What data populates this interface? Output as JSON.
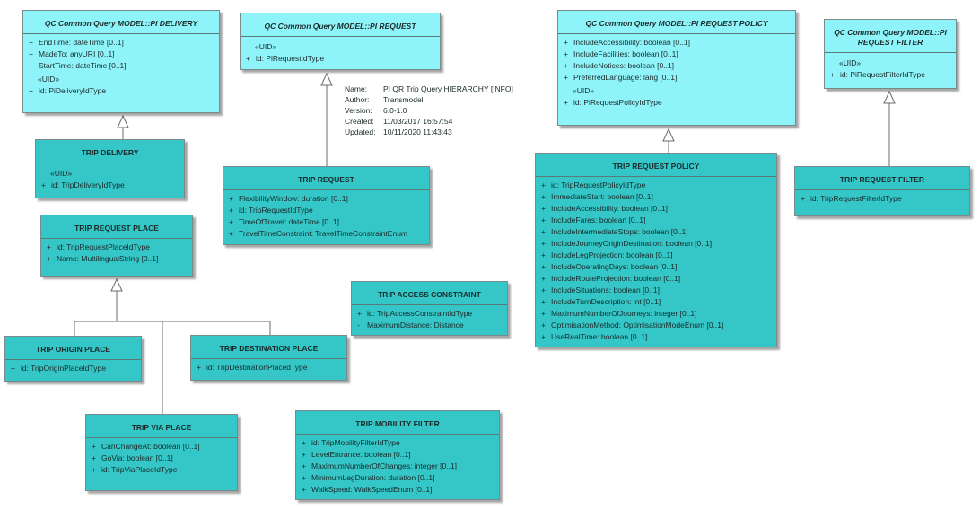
{
  "note": [
    {
      "key": "Name:",
      "value": "PI QR Trip Query HIERARCHY [INFO]"
    },
    {
      "key": "Author:",
      "value": "Transmodel"
    },
    {
      "key": "Version:",
      "value": "6.0-1.0"
    },
    {
      "key": "Created:",
      "value": "11/03/2017 16:57:54"
    },
    {
      "key": "Updated:",
      "value": "10/11/2020 11:43:43"
    }
  ],
  "classes": [
    {
      "id": "pi_delivery",
      "kind": "iface",
      "title": "QC Common Query MODEL::PI DELIVERY",
      "rows": [
        {
          "v": "+",
          "t": "EndTime: dateTime [0..1]"
        },
        {
          "v": "+",
          "t": "MadeTo: anyURI [0..1]"
        },
        {
          "v": "+",
          "t": "StartTime: dateTime [0..1]"
        }
      ],
      "stereo": "«UID»",
      "rows2": [
        {
          "v": "+",
          "t": "id: PiDeliveryIdType"
        }
      ]
    },
    {
      "id": "pi_request",
      "kind": "iface",
      "title": "QC Common Query MODEL::PI REQUEST",
      "rows": [],
      "stereo": "«UID»",
      "rows2": [
        {
          "v": "+",
          "t": "id: PiRequestIdType"
        }
      ]
    },
    {
      "id": "pi_request_policy",
      "kind": "iface",
      "title": "QC Common Query MODEL::PI REQUEST POLICY",
      "rows": [
        {
          "v": "+",
          "t": "IncludeAccessibility: boolean [0..1]"
        },
        {
          "v": "+",
          "t": "IncludeFacilities: boolean [0..1]"
        },
        {
          "v": "+",
          "t": "IncludeNotices: boolean [0..1]"
        },
        {
          "v": "+",
          "t": "PreferredLanguage: lang [0..1]"
        }
      ],
      "stereo": "«UID»",
      "rows2": [
        {
          "v": "+",
          "t": "id: PiRequestPolicyIdType"
        }
      ]
    },
    {
      "id": "pi_request_filter",
      "kind": "iface",
      "title": "QC Common Query MODEL::PI REQUEST FILTER",
      "rows": [],
      "stereo": "«UID»",
      "rows2": [
        {
          "v": "+",
          "t": "id: PiRequestFilterIdType"
        }
      ]
    },
    {
      "id": "trip_delivery",
      "kind": "main",
      "title": "TRIP DELIVERY",
      "rows": [],
      "stereo": "«UID»",
      "rows2": [
        {
          "v": "+",
          "t": "id: TripDeliveryIdType"
        }
      ]
    },
    {
      "id": "trip_request",
      "kind": "main",
      "title": "TRIP REQUEST",
      "rows": [
        {
          "v": "+",
          "t": "FlexibilityWindow: duration [0..1]"
        },
        {
          "v": "+",
          "t": "id: TripRequestIdType"
        },
        {
          "v": "+",
          "t": "TimeOfTravel: dateTime [0..1]"
        },
        {
          "v": "+",
          "t": "TravelTimeConstraint: TravelTimeConstraintEnum"
        }
      ],
      "stereo": "",
      "rows2": []
    },
    {
      "id": "trip_request_policy",
      "kind": "main",
      "title": "TRIP REQUEST POLICY",
      "rows": [
        {
          "v": "+",
          "t": "id: TripRequestPolicyIdType"
        },
        {
          "v": "+",
          "t": "ImmediateStart: boolean [0..1]"
        },
        {
          "v": "+",
          "t": "IncludeAccessibility: boolean [0..1]"
        },
        {
          "v": "+",
          "t": "IncludeFares: boolean [0..1]"
        },
        {
          "v": "+",
          "t": "IncludeIntermediateStops: boolean [0..1]"
        },
        {
          "v": "+",
          "t": "IncludeJourneyOriginDestination: boolean [0..1]"
        },
        {
          "v": "+",
          "t": "IncludeLegProjection: boolean [0..1]"
        },
        {
          "v": "+",
          "t": "IncludeOperatingDays: boolean [0..1]"
        },
        {
          "v": "+",
          "t": "IncludeRouteProjection: boolean [0..1]"
        },
        {
          "v": "+",
          "t": "IncludeSituations: boolean [0..1]"
        },
        {
          "v": "+",
          "t": "IncludeTurnDescription: int [0..1]"
        },
        {
          "v": "+",
          "t": "MaximumNumberOfJourneys: integer [0..1]"
        },
        {
          "v": "+",
          "t": "OptimisationMethod: OptimisationModeEnum [0..1]"
        },
        {
          "v": "+",
          "t": "UseRealTime: boolean [0..1]"
        }
      ],
      "stereo": "",
      "rows2": []
    },
    {
      "id": "trip_request_filter",
      "kind": "main",
      "title": "TRIP REQUEST FILTER",
      "rows": [
        {
          "v": "+",
          "t": "id: TripRequestFilterIdType"
        }
      ],
      "stereo": "",
      "rows2": []
    },
    {
      "id": "trip_request_place",
      "kind": "main",
      "title": "TRIP REQUEST PLACE",
      "rows": [
        {
          "v": "+",
          "t": "id: TripRequestPlaceIdType"
        },
        {
          "v": "+",
          "t": "Name: MultilingualString [0..1]"
        }
      ],
      "stereo": "",
      "rows2": []
    },
    {
      "id": "trip_access_constraint",
      "kind": "main",
      "title": "TRIP ACCESS CONSTRAINT",
      "rows": [
        {
          "v": "+",
          "t": "id: TripAccessConstraintIdType"
        },
        {
          "v": "-",
          "t": "MaximumDistance: Distance"
        }
      ],
      "stereo": "",
      "rows2": []
    },
    {
      "id": "trip_origin_place",
      "kind": "main",
      "title": "TRIP ORIGIN PLACE",
      "rows": [
        {
          "v": "+",
          "t": "id: TripOriginPlaceIdType"
        }
      ],
      "stereo": "",
      "rows2": []
    },
    {
      "id": "trip_destination_place",
      "kind": "main",
      "title": "TRIP DESTINATION PLACE",
      "rows": [
        {
          "v": "+",
          "t": "id: TripDestinationPlacedType"
        }
      ],
      "stereo": "",
      "rows2": []
    },
    {
      "id": "trip_via_place",
      "kind": "main",
      "title": "TRIP VIA PLACE",
      "rows": [
        {
          "v": "+",
          "t": "CanChangeAt: boolean [0..1]"
        },
        {
          "v": "+",
          "t": "GoVia: boolean [0..1]"
        },
        {
          "v": "+",
          "t": "id: TripViaPlaceIdType"
        }
      ],
      "stereo": "",
      "rows2": []
    },
    {
      "id": "trip_mobility_filter",
      "kind": "main",
      "title": "TRIP MOBILITY FILTER",
      "rows": [
        {
          "v": "+",
          "t": "id: TripMobilityFilterIdType"
        },
        {
          "v": "+",
          "t": "LevelEntrance: boolean [0..1]"
        },
        {
          "v": "+",
          "t": "MaximumNumberOfChanges: integer [0..1]"
        },
        {
          "v": "+",
          "t": "MinimumLegDuration: duration [0..1]"
        },
        {
          "v": "+",
          "t": "WalkSpeed: WalkSpeedEnum [0..1]"
        }
      ],
      "stereo": "",
      "rows2": []
    }
  ]
}
